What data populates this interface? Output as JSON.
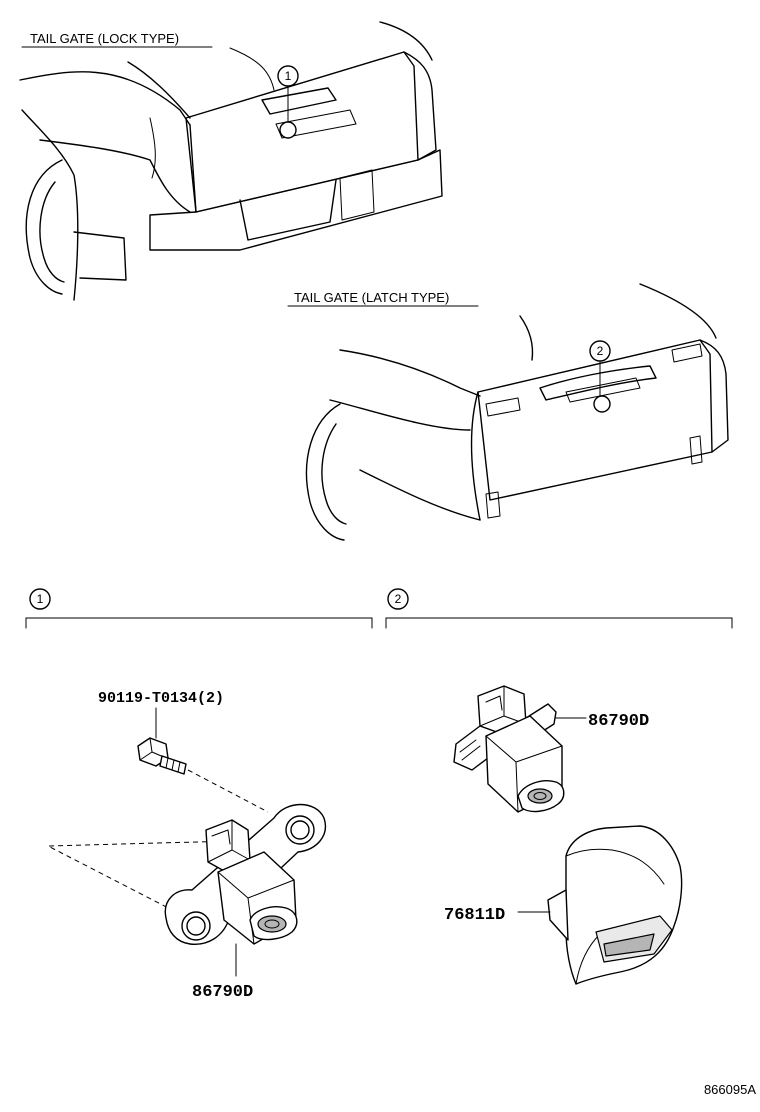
{
  "views": {
    "lock_type_label": "TAIL GATE (LOCK TYPE)",
    "latch_type_label": "TAIL GATE (LATCH TYPE)"
  },
  "callouts": {
    "one": "1",
    "two": "2"
  },
  "parts": {
    "bolt": "90119-T0134(2)",
    "camera_lock": "86790D",
    "camera_latch": "86790D",
    "cover": "76811D"
  },
  "diagram_id": "866095A"
}
